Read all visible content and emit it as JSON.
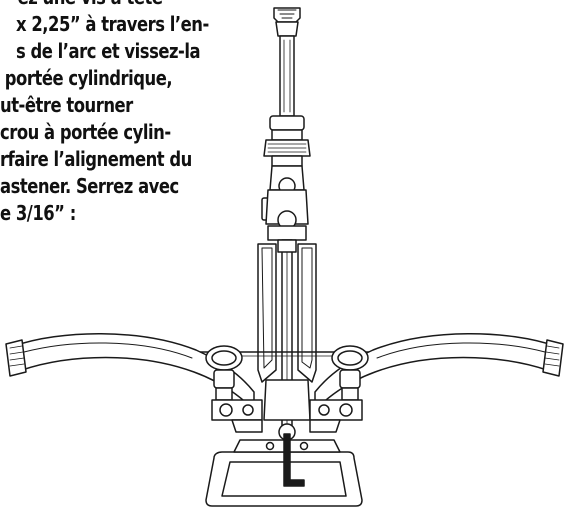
{
  "instruction": {
    "lines": [
      "ez une vis à tête",
      "x 2,25” à travers l’en-",
      "s de l’arc et vissez-la",
      "portée cylindrique,",
      "ut-être tourner",
      "crou à portée cylin-",
      "rfaire l’alignement du",
      "astener. Serrez avec",
      "e 3/16” :"
    ]
  },
  "illustration": {
    "subject": "crossbow with scope and allen key",
    "line_color": "#1a1a1a"
  }
}
